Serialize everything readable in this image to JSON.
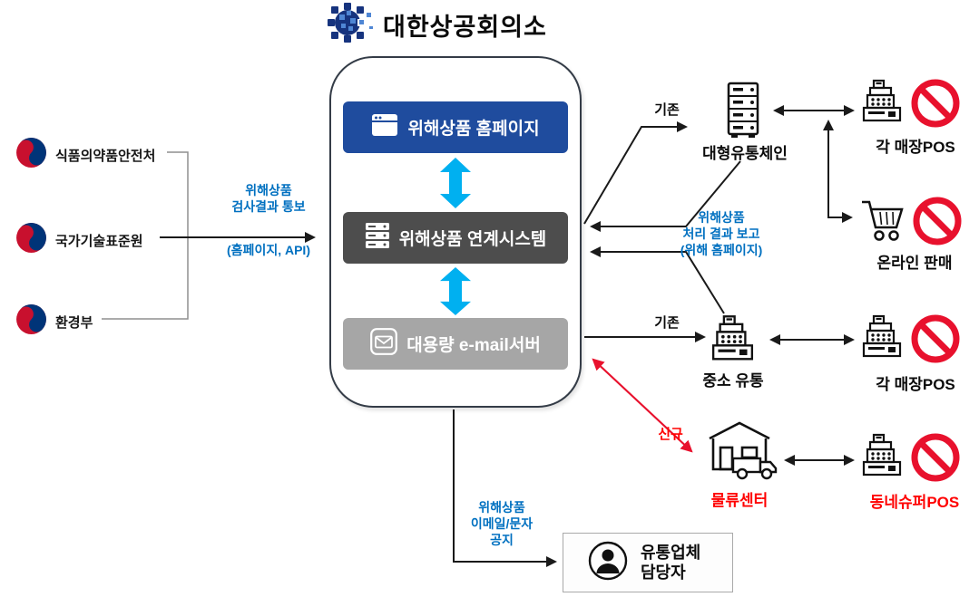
{
  "header": {
    "title": "대한상공회의소"
  },
  "sources": {
    "agencies": [
      {
        "label": "식품의약품안전처"
      },
      {
        "label": "국가기술표준원"
      },
      {
        "label": "환경부"
      }
    ],
    "notify": {
      "line1": "위해상품",
      "line2": "검사결과 통보",
      "line3": "(홈페이지, API)"
    }
  },
  "system": {
    "homepage": "위해상품 홈페이지",
    "linkage": "위해상품 연계시스템",
    "email": "대용량 e-mail서버"
  },
  "right": {
    "existing_top": "기존",
    "large_chain": "대형유통체인",
    "pos_top": "각 매장POS",
    "online": "온라인 판매",
    "report": {
      "line1": "위해상품",
      "line2": "처리 결과 보고",
      "line3": "(위해 홈페이지)"
    },
    "existing_mid": "기존",
    "small_retail": "중소 유통",
    "pos_mid": "각 매장POS",
    "new": "신규",
    "logistics": "물류센터",
    "super_pos": "동네슈퍼POS"
  },
  "bottom": {
    "notice": {
      "line1": "위해상품",
      "line2": "이메일/문자",
      "line3": "공지"
    },
    "manager": {
      "line1": "유통업체",
      "line2": "담당자"
    }
  },
  "colors": {
    "annotation_blue": "#0070C0",
    "homepage_box_blue": "#1F4C9E",
    "linkage_box_gray": "#4D4D4D",
    "email_box_gray": "#A6A6A6",
    "flow_cyan": "#00B0F0",
    "prohibition_red": "#E8112D",
    "new_red": "#FF0000"
  }
}
